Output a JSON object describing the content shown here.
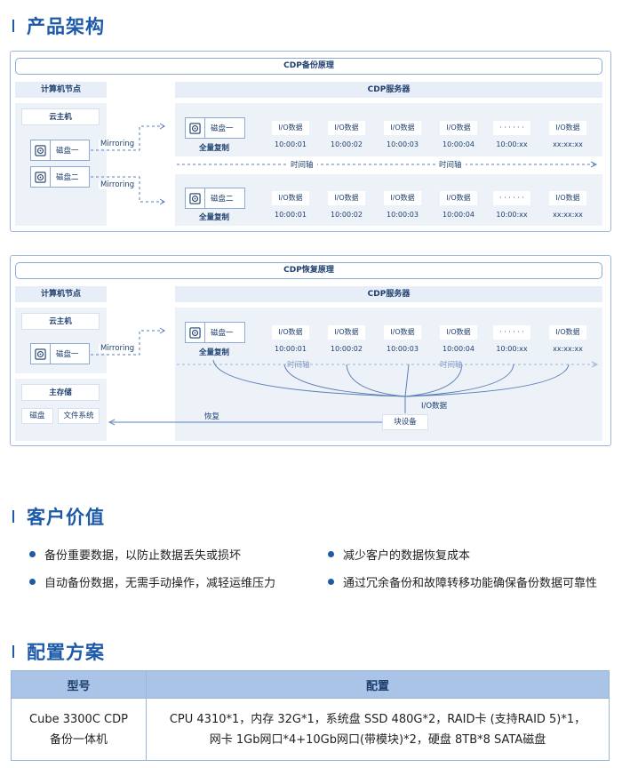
{
  "sections": {
    "architecture": "产品架构",
    "value": "客户价值",
    "config": "配置方案"
  },
  "backup": {
    "title": "CDP备份原理",
    "compute_node": "计算机节点",
    "cdp_server": "CDP服务器",
    "cloud_host": "云主机",
    "disk1": "磁盘一",
    "disk2": "磁盘二",
    "mirroring": "Mirroring",
    "full_copy": "全量复制",
    "timeline": "时间轴",
    "io_label": "I/O数据",
    "dots": "· · · · · ·",
    "timestamps": [
      "10:00:01",
      "10:00:02",
      "10:00:03",
      "10:00:04",
      "10:00:xx",
      "xx:xx:xx"
    ]
  },
  "restore": {
    "title": "CDP恢复原理",
    "compute_node": "计算机节点",
    "cdp_server": "CDP服务器",
    "cloud_host": "云主机",
    "disk1": "磁盘一",
    "mirroring": "Mirroring",
    "full_copy": "全量复制",
    "timeline": "时间轴",
    "io_label": "I/O数据",
    "dots": "· · · · · ·",
    "timestamps": [
      "10:00:01",
      "10:00:02",
      "10:00:03",
      "10:00:04",
      "10:00:xx",
      "xx:xx:xx"
    ],
    "main_storage": "主存储",
    "disk": "磁盘",
    "filesystem": "文件系统",
    "restore_label": "恢复",
    "block_device": "块设备",
    "io_merge": "I/O数据"
  },
  "values": [
    "备份重要数据，以防止数据丢失或损坏",
    "减少客户的数据恢复成本",
    "自动备份数据，无需手动操作，减轻运维压力",
    "通过冗余备份和故障转移功能确保备份数据可靠性"
  ],
  "table": {
    "headers": [
      "型号",
      "配置"
    ],
    "row": {
      "model_line1": "Cube 3300C CDP",
      "model_line2": "备份一体机",
      "config_line1": "CPU 4310*1，内存 32G*1，系统盘 SSD 480G*2，RAID卡 (支持RAID 5)*1，",
      "config_line2": "网卡 1Gb网口*4+10Gb网口(带模块)*2，硬盘 8TB*8 SATA磁盘"
    }
  },
  "colors": {
    "brand": "#1d5aa8",
    "panel": "#edf2f9",
    "table_header": "#a9c4e6"
  }
}
